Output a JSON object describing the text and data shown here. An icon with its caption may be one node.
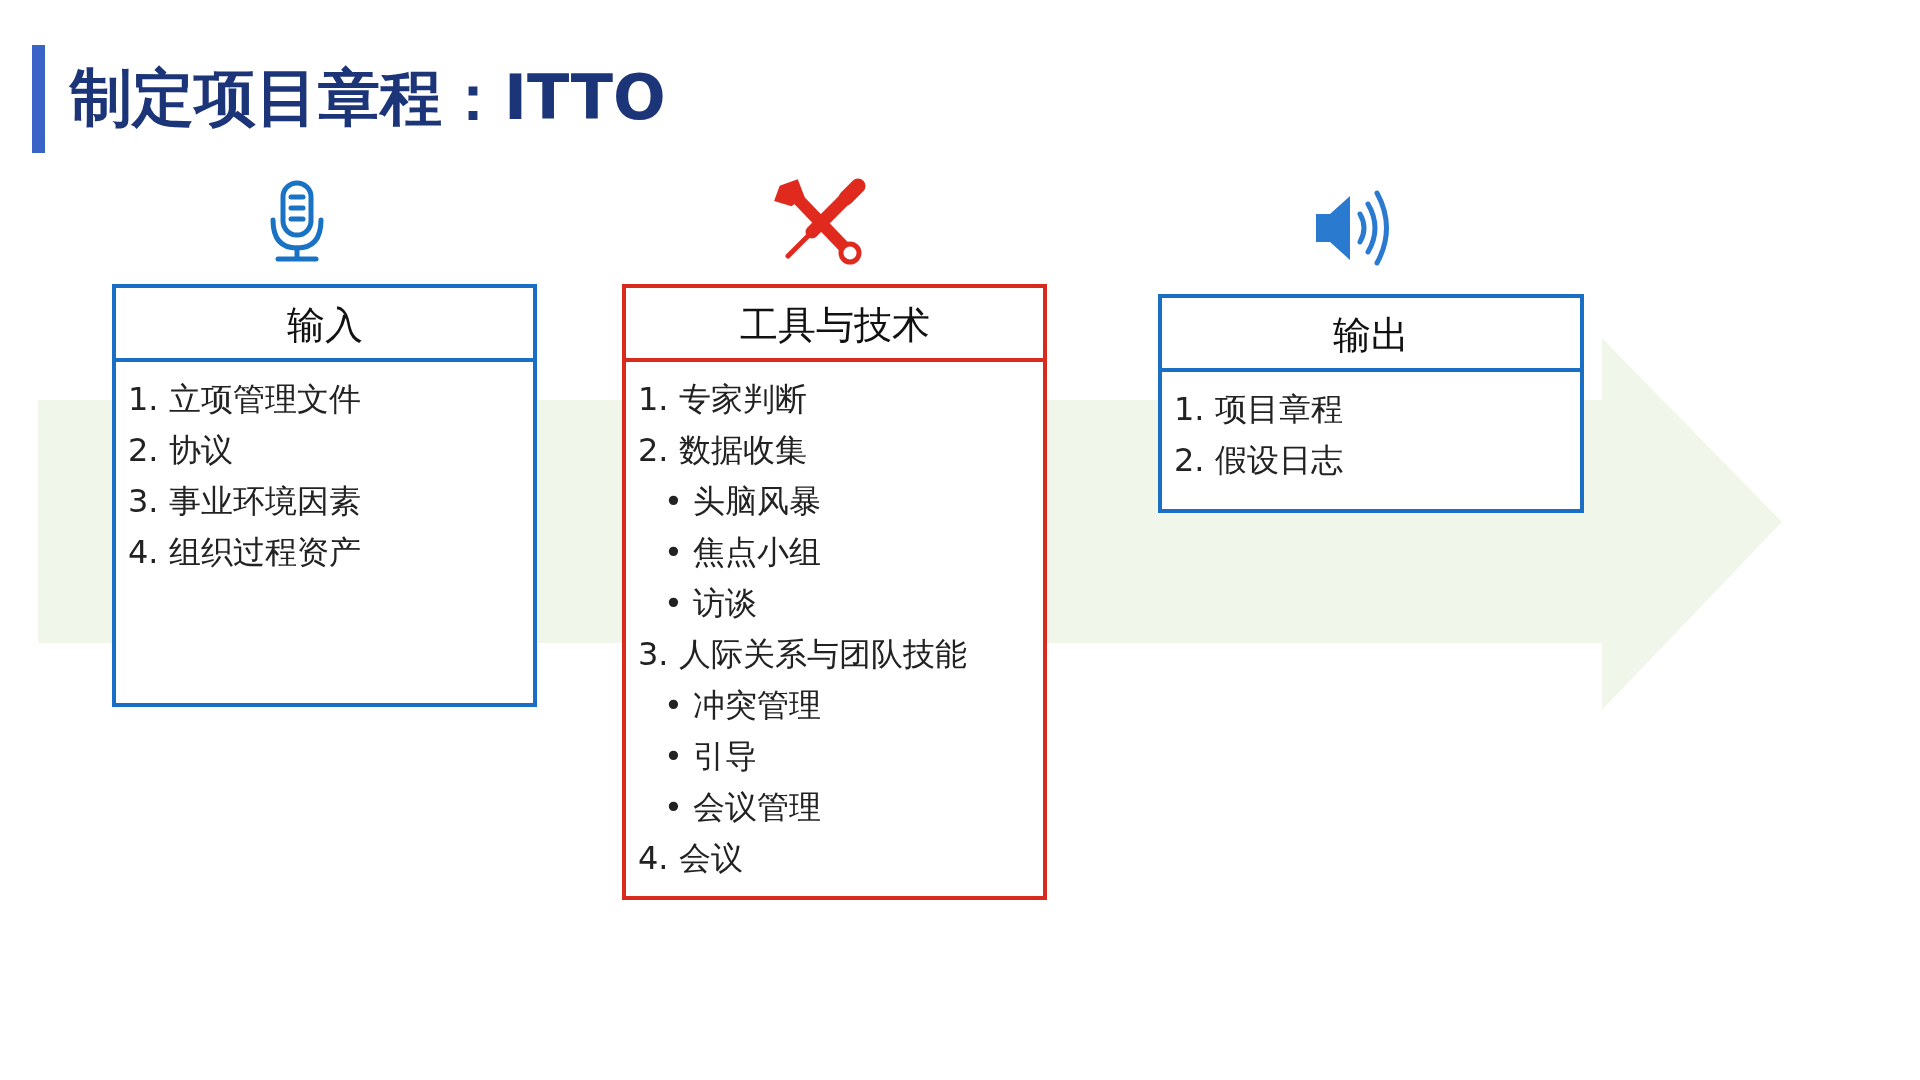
{
  "diagram": {
    "title": "制定项目章程：ITTO",
    "nodes": [
      {
        "text": [
          "输入",
          "1. 立项管理文件",
          "2. 协议",
          "3. 事业环境因素",
          "4. 组织过程资产"
        ]
      },
      {
        "text": [
          "工具与技术",
          "1. 专家判断",
          "2. 数据收集",
          "• 头脑风暴",
          "• 焦点小组",
          "• 访谈",
          "3. 人际关系与团队技能",
          "• 冲突管理",
          "• 引导",
          "• 会议管理",
          "4. 会议"
        ]
      },
      {
        "text": [
          "输出",
          "1. 项目章程",
          "2. 假设日志"
        ]
      }
    ]
  }
}
